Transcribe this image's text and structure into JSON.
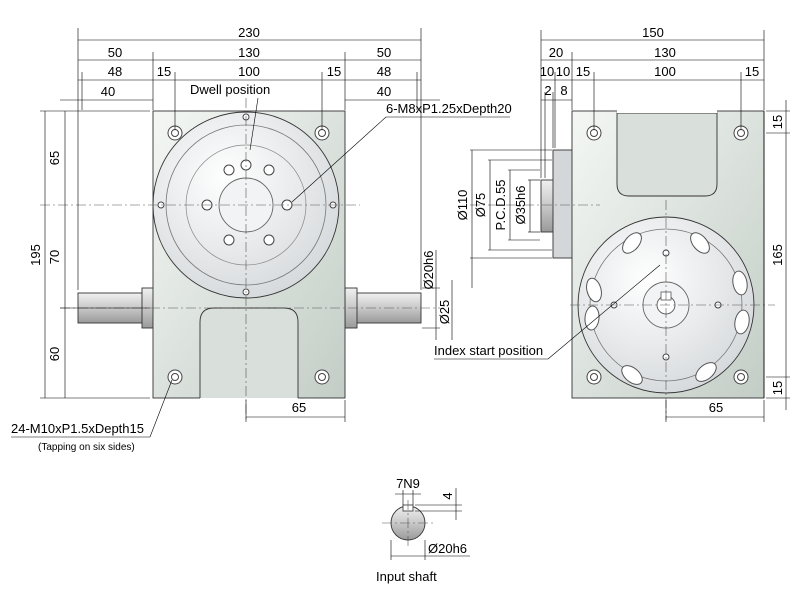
{
  "labels": {
    "dwell_position": "Dwell position",
    "tapped_holes_top": "6-M8xP1.25xDepth20",
    "tapped_holes_body": "24-M10xP1.5xDepth15",
    "tapping_note": "(Tapping on six sides)",
    "index_start": "Index start position",
    "input_shaft": "Input shaft"
  },
  "front_view": {
    "top": [
      "230"
    ],
    "row2": [
      "50",
      "130",
      "50"
    ],
    "row3": [
      "48",
      "15",
      "100",
      "15",
      "48"
    ],
    "row4": [
      "40",
      "40"
    ],
    "left_total": "195",
    "left_parts": [
      "65",
      "70",
      "60"
    ],
    "shaft_dia_outer": "Ø20h6",
    "shaft_dia_inner": "Ø25",
    "bottom": "65"
  },
  "side_view": {
    "top": "150",
    "row2": [
      "20",
      "130"
    ],
    "row3": [
      "10",
      "10",
      "15",
      "100",
      "15"
    ],
    "row4": [
      "2",
      "8"
    ],
    "left": [
      "Ø110",
      "Ø75",
      "P.C.D.55",
      "Ø35h6"
    ],
    "right_total": "165",
    "right_top": "15",
    "right_bottom": "15",
    "bottom": "65"
  },
  "shaft_detail": {
    "key_width": "7N9",
    "key_depth": "4",
    "diameter": "Ø20h6"
  },
  "colors": {
    "body_light": "#eef2ef",
    "body_dark": "#c9d2cc",
    "disk": "#e6e8ea",
    "line": "#000000"
  }
}
